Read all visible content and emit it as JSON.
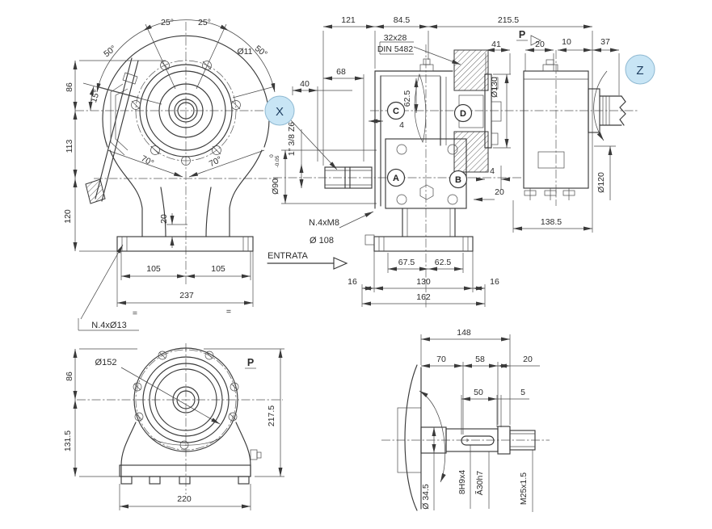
{
  "colors": {
    "line": "#3a3a3a",
    "balloon_fill": "#c8e5f5",
    "balloon_text": "#1d3d5f",
    "background": "#ffffff"
  },
  "balloons": {
    "x": "X",
    "z": "Z",
    "a": "A",
    "b": "B",
    "c": "C",
    "d": "D"
  },
  "front_view": {
    "angle_25_left": "25°",
    "angle_25_right": "25°",
    "angle_50_left": "50°",
    "angle_50_right": "50°",
    "hole_note": "Ø11",
    "angle_15": "15°",
    "angle_70_left": "70°",
    "angle_70_right": "70°",
    "dim_86": "86",
    "dim_113": "113",
    "dim_120": "120",
    "dim_20": "20",
    "dim_105_left": "105",
    "dim_105_right": "105",
    "dim_237": "237",
    "sym_left": "=",
    "sym_right": "=",
    "feet_holes_note": "N.4xØ13"
  },
  "section_view": {
    "dim_121": "121",
    "dim_84_5": "84.5",
    "dim_215_5": "215.5",
    "spline_note_1": "32x28",
    "spline_note_2": "DIN 5482",
    "dim_41": "41",
    "view_label_p": "P",
    "dim_20_flange": "20",
    "dim_10": "10",
    "dim_37": "37",
    "dim_68": "68",
    "dim_40": "40",
    "input_spline_note": "1\" 3/8 Z6",
    "dim_o90": "Ø90",
    "tol_upper": "0",
    "tol_lower": "-0.05",
    "dim_62_5_axis": "62.5",
    "dim_4_face": "4",
    "screws_note": "N.4xM8",
    "bolt_circle_note": "Ø 108",
    "input_label": "ENTRATA",
    "dim_o130": "Ø130",
    "dim_o120": "Ø120",
    "dim_138_5": "138.5",
    "dim_4_right": "4",
    "dim_20_right": "20",
    "dim_67_5": "67.5",
    "dim_62_5_feet": "62.5",
    "dim_16_left": "16",
    "dim_130": "130",
    "dim_16_right": "16",
    "dim_162": "162"
  },
  "bottom_view": {
    "bolt_circle": "Ø152",
    "view_label_p": "P",
    "dim_86": "86",
    "dim_131_5": "131.5",
    "dim_217_5": "217.5",
    "dim_220": "220"
  },
  "shaft_view": {
    "dim_148": "148",
    "dim_70": "70",
    "dim_58": "58",
    "dim_20": "20",
    "dim_50": "50",
    "dim_5": "5",
    "dim_o34_5": "Ø 34.5",
    "keyway_note": "8H9x4",
    "fit_note": "Ã30h7",
    "thread_note": "M25x1.5"
  }
}
